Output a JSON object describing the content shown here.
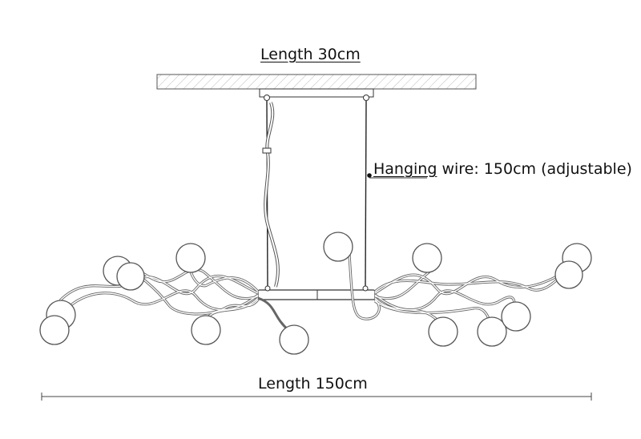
{
  "labels": {
    "top_length": "Length 30cm",
    "wire_prefix": "Hanging",
    "wire_rest": " wire: 150cm (adjustable)",
    "bottom_length": "Length 150cm"
  },
  "colors": {
    "line": "#333333",
    "hatch": "#bbbbbb",
    "arms": "#666666",
    "glass": "#555555"
  }
}
